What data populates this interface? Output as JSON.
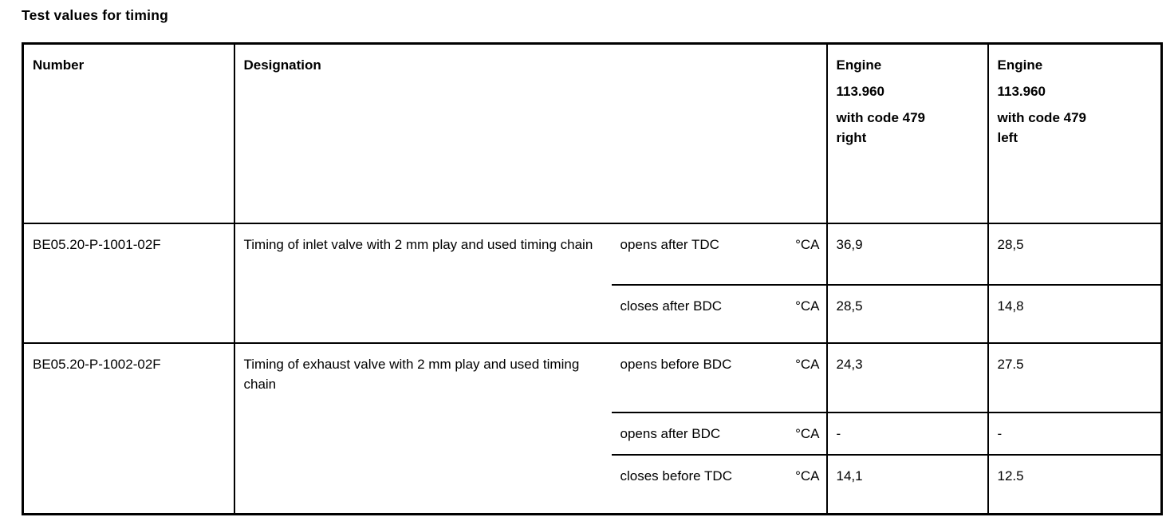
{
  "page": {
    "title": "Test values for timing",
    "background_color": "#ffffff",
    "line_color": "#000000",
    "text_color": "#000000"
  },
  "table": {
    "headers": {
      "number": "Number",
      "designation": "Designation",
      "engine_right": {
        "lines": [
          "Engine",
          "113.960",
          "with code 479\nright"
        ]
      },
      "engine_left": {
        "lines": [
          "Engine",
          "113.960",
          "with code 479\nleft"
        ]
      }
    },
    "rows": [
      {
        "number": "BE05.20-P-1001-02F",
        "designation": "Timing of inlet valve with 2 mm play and used timing chain",
        "sub_rows": [
          {
            "condition": "opens after TDC",
            "unit": "°CA",
            "engine_right": "36,9",
            "engine_left": "28,5"
          },
          {
            "condition": "closes after BDC",
            "unit": "°CA",
            "engine_right": "28,5",
            "engine_left": "14,8"
          }
        ]
      },
      {
        "number": "BE05.20-P-1002-02F",
        "designation": "Timing of exhaust valve with 2 mm play and used timing chain",
        "sub_rows": [
          {
            "condition": "opens before BDC",
            "unit": "°CA",
            "engine_right": "24,3",
            "engine_left": "27.5"
          },
          {
            "condition": "opens after BDC",
            "unit": "°CA",
            "engine_right": "-",
            "engine_left": "-"
          },
          {
            "condition": "closes before TDC",
            "unit": "°CA",
            "engine_right": "14,1",
            "engine_left": "12.5"
          }
        ]
      }
    ]
  }
}
